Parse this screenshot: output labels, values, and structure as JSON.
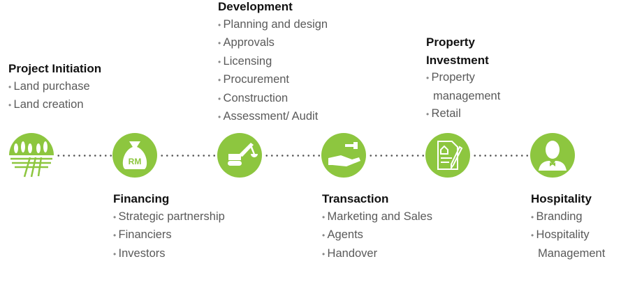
{
  "colors": {
    "accent": "#8dc63f",
    "dots": "#555555"
  },
  "stages": [
    {
      "title": "Project Initiation",
      "icon": "land-icon",
      "items": [
        "Land purchase",
        "Land creation"
      ]
    },
    {
      "title": "Financing",
      "icon": "money-bag-icon",
      "icon_text": "RM",
      "items": [
        "Strategic partnership",
        "Financiers",
        "Investors"
      ]
    },
    {
      "title": "Development",
      "icon": "excavator-icon",
      "items": [
        "Planning and design",
        "Approvals",
        "Licensing",
        "Procurement",
        "Construction",
        "Assessment/ Audit"
      ]
    },
    {
      "title": "Transaction",
      "icon": "hand-key-icon",
      "items": [
        "Marketing and Sales",
        "Agents",
        "Handover"
      ]
    },
    {
      "title": "Property Investment",
      "icon": "contract-icon",
      "items": [
        "Property management",
        "Retail"
      ]
    },
    {
      "title": "Hospitality",
      "icon": "butler-icon",
      "items": [
        "Branding",
        "Hospitality Management"
      ]
    }
  ]
}
